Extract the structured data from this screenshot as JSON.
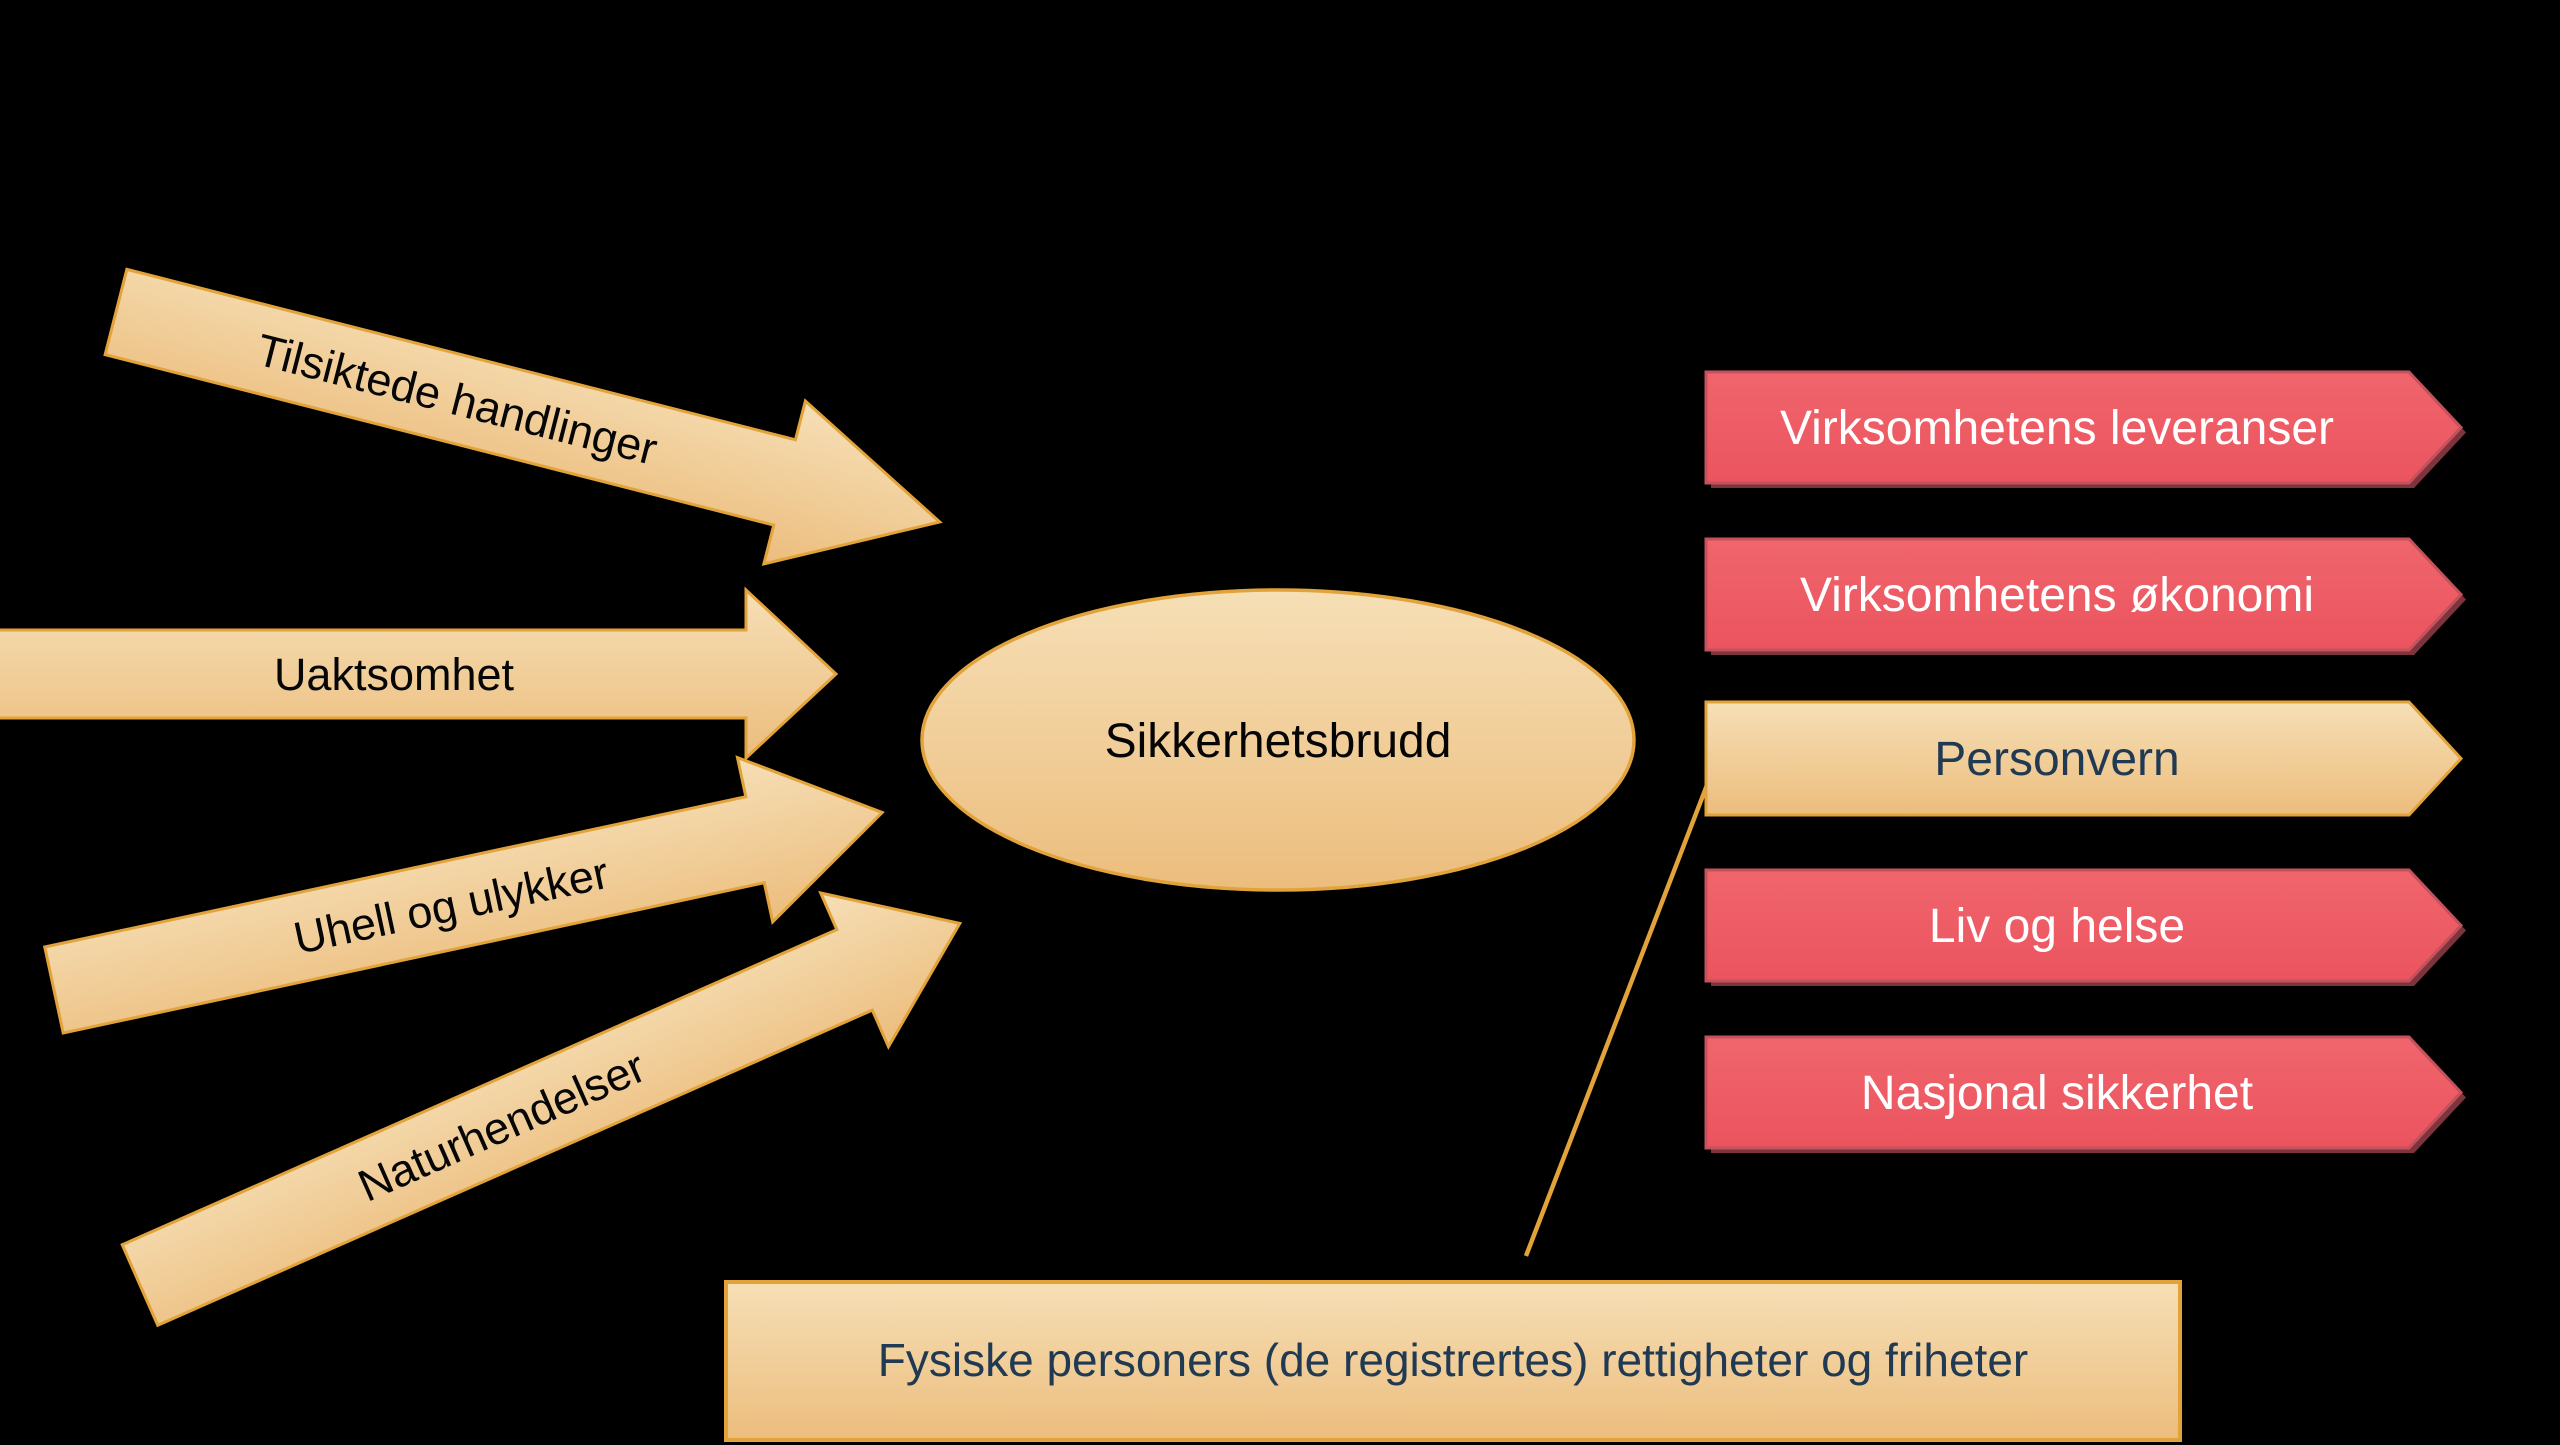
{
  "canvas": {
    "background_color": "#000000"
  },
  "colors": {
    "orange_fill_light": "#F5DBAF",
    "orange_fill_dark": "#ECBD7D",
    "orange_border": "#E2A33B",
    "red_fill_light": "#F0656D",
    "red_fill_dark": "#EB545E",
    "red_border": "#C4525C",
    "red_shadow": "#7E343C",
    "navy_text": "#213A53",
    "black_text": "#000000",
    "white_text": "#FFFFFF",
    "connector_line": "#E2A33B"
  },
  "causes": [
    {
      "label": "Tilsiktede handlinger"
    },
    {
      "label": "Uaktsomhet"
    },
    {
      "label": "Uhell og ulykker"
    },
    {
      "label": "Naturhendelser"
    }
  ],
  "central_event": {
    "label": "Sikkerhetsbrudd"
  },
  "impact_banners": [
    {
      "label": "Virksomhetens leveranser",
      "style": "red"
    },
    {
      "label": "Virksomhetens økonomi",
      "style": "red"
    },
    {
      "label": "Personvern",
      "style": "orange"
    },
    {
      "label": "Liv og helse",
      "style": "red"
    },
    {
      "label": "Nasjonal sikkerhet",
      "style": "red"
    }
  ],
  "note_box": {
    "label": "Fysiske personers (de registrertes) rettigheter og friheter"
  }
}
